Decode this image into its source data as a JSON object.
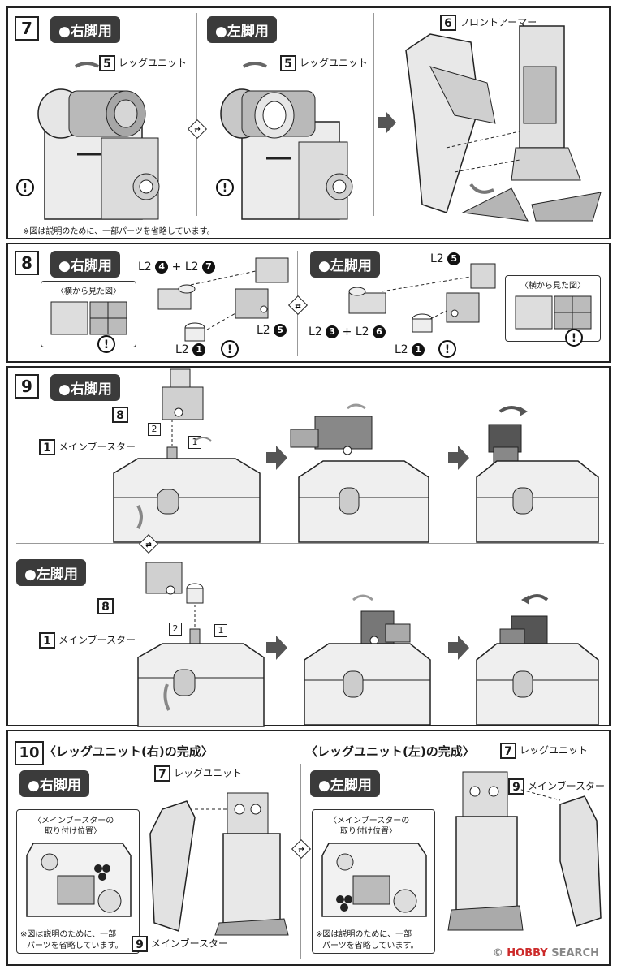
{
  "steps": {
    "s7": {
      "number": "7",
      "right_leg": "●右脚用",
      "left_leg": "●左脚用",
      "part_right": {
        "num": "5",
        "label": "レッグユニット"
      },
      "part_left": {
        "num": "5",
        "label": "レッグユニット"
      },
      "part_front": {
        "num": "6",
        "label": "フロントアーマー"
      },
      "note": "※図は説明のために、一部パーツを省略しています。"
    },
    "s8": {
      "number": "8",
      "right_leg": "●右脚用",
      "left_leg": "●左脚用",
      "side_view": "〈横から見た図〉",
      "right_labels": {
        "top_a": "L2",
        "top_a_num": "4",
        "plus": "+",
        "top_b": "L2",
        "top_b_num": "7",
        "mid": "L2",
        "mid_num": "5",
        "bottom": "L2",
        "bottom_num": "1"
      },
      "left_labels": {
        "top": "L2",
        "top_num": "5",
        "mid_a": "L2",
        "mid_a_num": "3",
        "plus": "+",
        "mid_b": "L2",
        "mid_b_num": "6",
        "bottom": "L2",
        "bottom_num": "1"
      }
    },
    "s9": {
      "number": "9",
      "right_leg": "●右脚用",
      "left_leg": "●左脚用",
      "part_8": "8",
      "part_1": {
        "num": "1",
        "label": "メインブースター"
      },
      "sub_1": "1",
      "sub_2": "2"
    },
    "s10": {
      "number": "10",
      "title_right": "〈レッグユニット(右)の完成〉",
      "title_left": "〈レッグユニット(左)の完成〉",
      "right_leg": "●右脚用",
      "left_leg": "●左脚用",
      "part_7": {
        "num": "7",
        "label": "レッグユニット"
      },
      "part_9": {
        "num": "9",
        "label": "メインブースター"
      },
      "mount_box_title_1": "〈メインブースターの",
      "mount_box_title_2": "取り付け位置〉",
      "note_1": "※図は説明のために、一部",
      "note_2": "パーツを省略しています。"
    }
  },
  "warning_symbol": "!",
  "watermark": {
    "brand": "HOBBY",
    "suffix": "SEARCH",
    "copyright": "©"
  }
}
